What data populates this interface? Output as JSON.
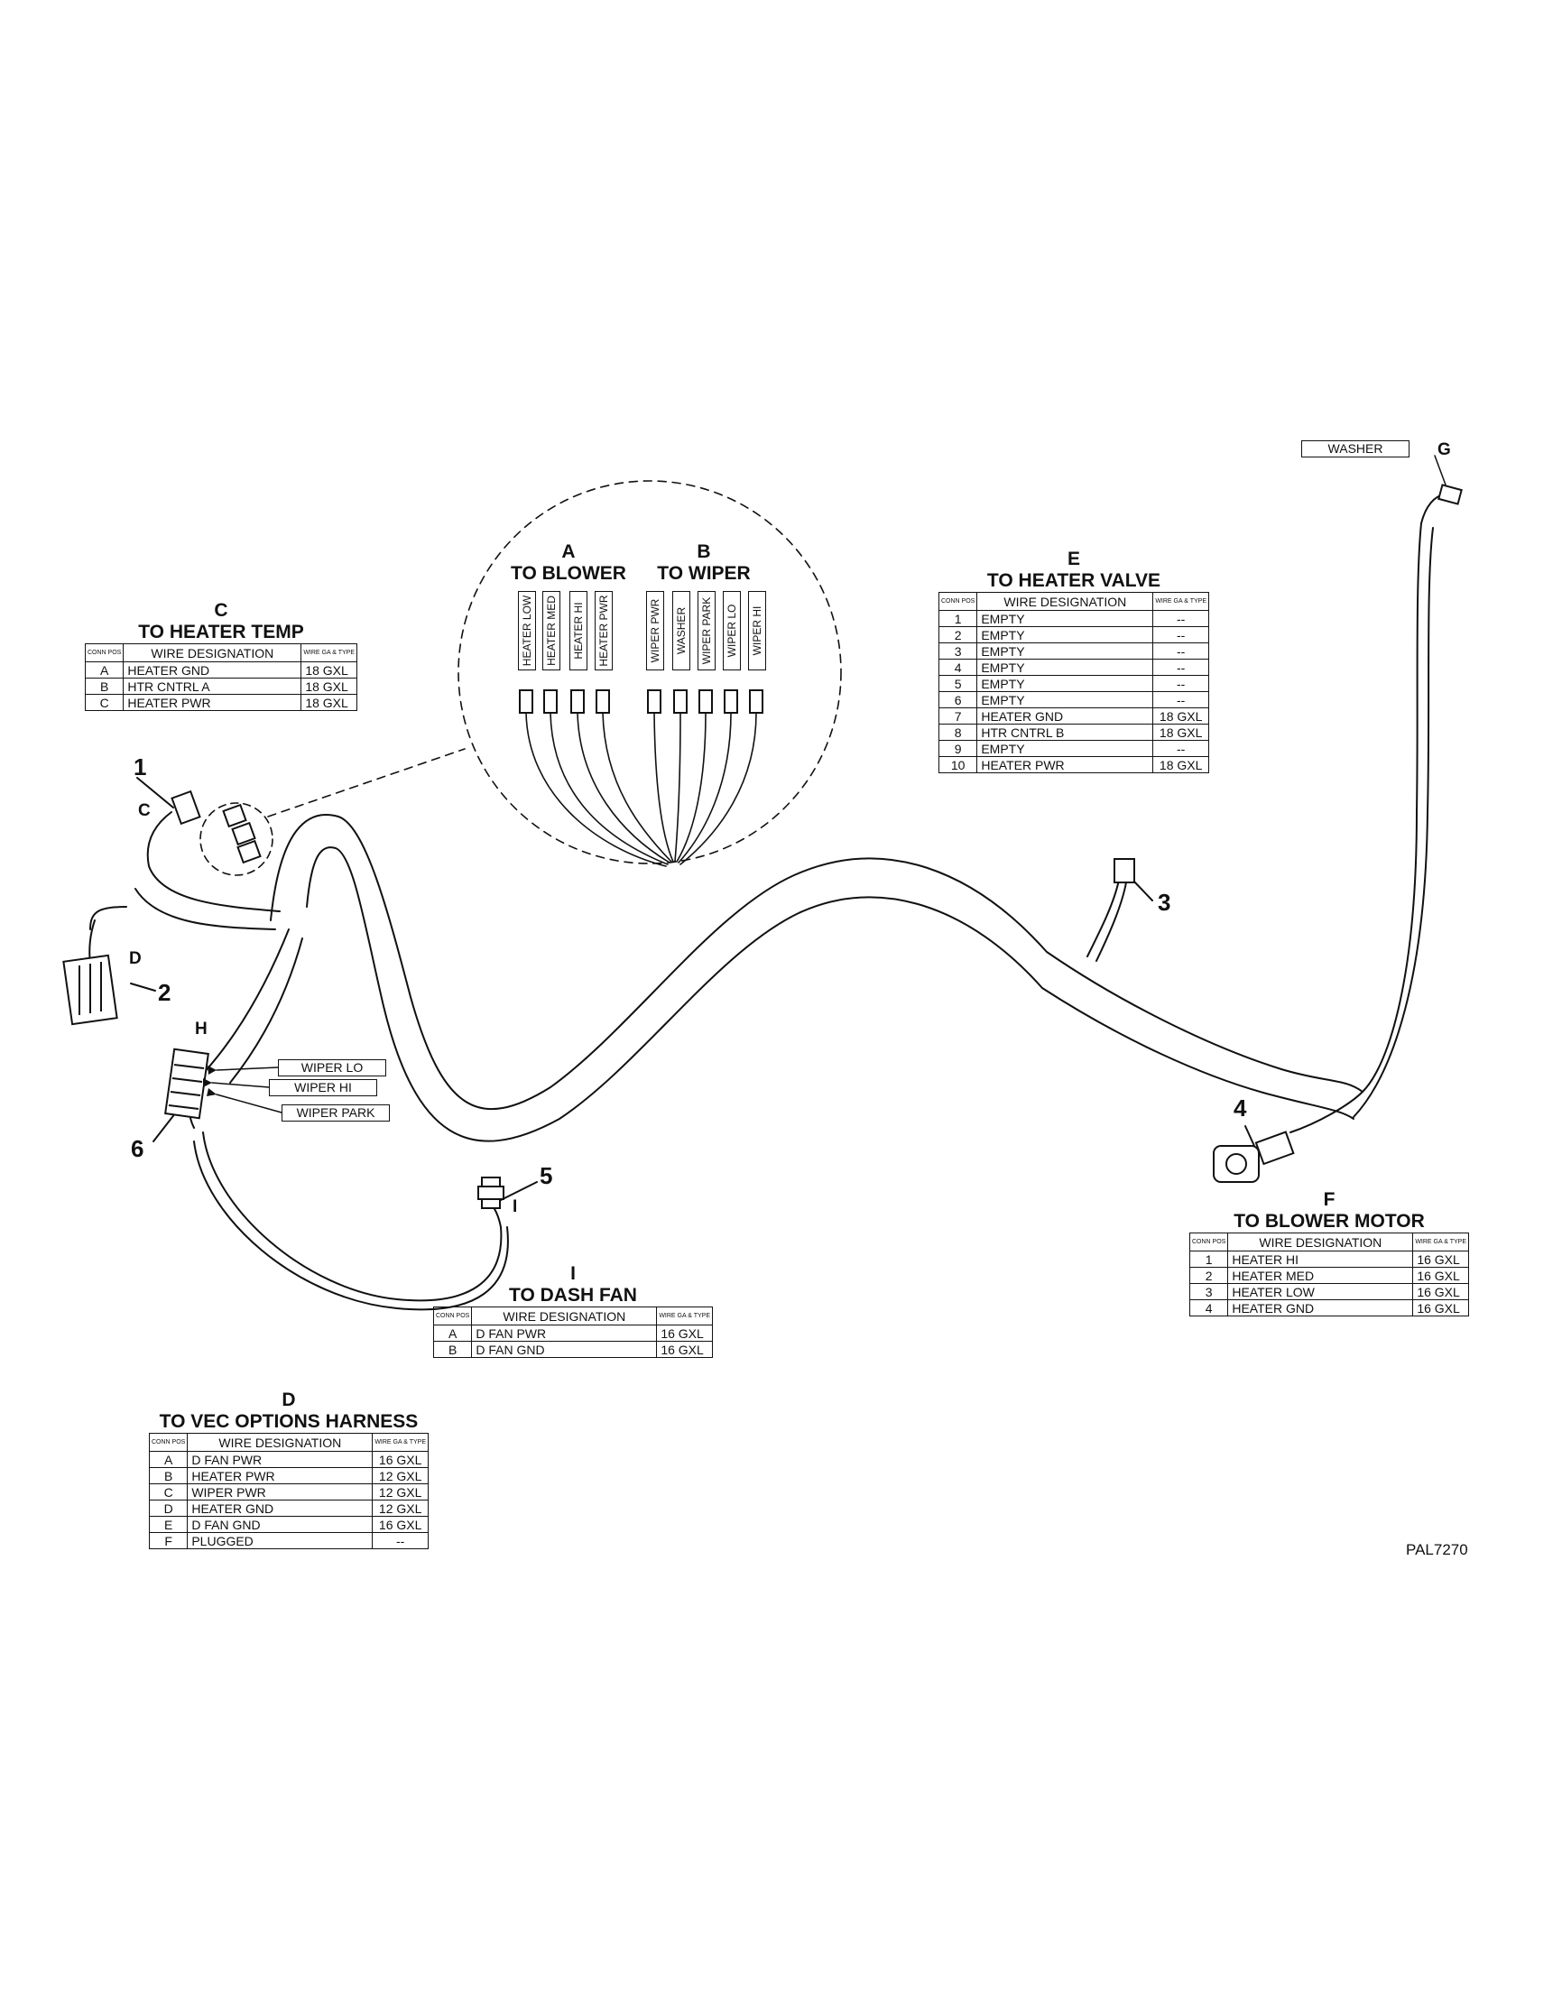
{
  "detail": {
    "a_letter": "A",
    "a_title": "TO BLOWER",
    "b_letter": "B",
    "b_title": "TO WIPER",
    "a_wires": [
      "HEATER LOW",
      "HEATER MED",
      "HEATER HI",
      "HEATER PWR"
    ],
    "b_wires": [
      "WIPER PWR",
      "WASHER",
      "WIPER PARK",
      "WIPER LO",
      "WIPER HI"
    ]
  },
  "header_conn": "CONN POS",
  "header_wire": "WIRE DESIGNATION",
  "header_ga": "WIRE GA & TYPE",
  "tables": {
    "c": {
      "letter": "C",
      "title": "TO HEATER TEMP",
      "rows": [
        {
          "pos": "A",
          "wire": "HEATER GND",
          "ga": "18 GXL"
        },
        {
          "pos": "B",
          "wire": "HTR CNTRL A",
          "ga": "18 GXL"
        },
        {
          "pos": "C",
          "wire": "HEATER PWR",
          "ga": "18 GXL"
        }
      ]
    },
    "e": {
      "letter": "E",
      "title": "TO HEATER VALVE",
      "rows": [
        {
          "pos": "1",
          "wire": "EMPTY",
          "ga": "--"
        },
        {
          "pos": "2",
          "wire": "EMPTY",
          "ga": "--"
        },
        {
          "pos": "3",
          "wire": "EMPTY",
          "ga": "--"
        },
        {
          "pos": "4",
          "wire": "EMPTY",
          "ga": "--"
        },
        {
          "pos": "5",
          "wire": "EMPTY",
          "ga": "--"
        },
        {
          "pos": "6",
          "wire": "EMPTY",
          "ga": "--"
        },
        {
          "pos": "7",
          "wire": "HEATER GND",
          "ga": "18 GXL"
        },
        {
          "pos": "8",
          "wire": "HTR CNTRL B",
          "ga": "18 GXL"
        },
        {
          "pos": "9",
          "wire": "EMPTY",
          "ga": "--"
        },
        {
          "pos": "10",
          "wire": "HEATER PWR",
          "ga": "18 GXL"
        }
      ]
    },
    "f": {
      "letter": "F",
      "title": "TO BLOWER MOTOR",
      "rows": [
        {
          "pos": "1",
          "wire": "HEATER HI",
          "ga": "16 GXL"
        },
        {
          "pos": "2",
          "wire": "HEATER MED",
          "ga": "16 GXL"
        },
        {
          "pos": "3",
          "wire": "HEATER LOW",
          "ga": "16 GXL"
        },
        {
          "pos": "4",
          "wire": "HEATER GND",
          "ga": "16 GXL"
        }
      ]
    },
    "i": {
      "letter": "I",
      "title": "TO DASH FAN",
      "rows": [
        {
          "pos": "A",
          "wire": "D FAN PWR",
          "ga": "16 GXL"
        },
        {
          "pos": "B",
          "wire": "D FAN GND",
          "ga": "16 GXL"
        }
      ]
    },
    "d": {
      "letter": "D",
      "title": "TO VEC OPTIONS HARNESS",
      "rows": [
        {
          "pos": "A",
          "wire": "D FAN PWR",
          "ga": "16 GXL"
        },
        {
          "pos": "B",
          "wire": "HEATER PWR",
          "ga": "12 GXL"
        },
        {
          "pos": "C",
          "wire": "WIPER PWR",
          "ga": "12 GXL"
        },
        {
          "pos": "D",
          "wire": "HEATER GND",
          "ga": "12 GXL"
        },
        {
          "pos": "E",
          "wire": "D FAN GND",
          "ga": "16 GXL"
        },
        {
          "pos": "F",
          "wire": "PLUGGED",
          "ga": "--"
        }
      ]
    }
  },
  "callouts": {
    "n1": "1",
    "n2": "2",
    "n3": "3",
    "n4": "4",
    "n5": "5",
    "n6": "6"
  },
  "conn_letters": {
    "c": "C",
    "d": "D",
    "h": "H",
    "i": "I",
    "g": "G"
  },
  "wire_labels": {
    "washer": "WASHER",
    "wiper_lo": "WIPER LO",
    "wiper_hi": "WIPER HI",
    "wiper_park": "WIPER PARK"
  },
  "drawing_id": "PAL7270"
}
